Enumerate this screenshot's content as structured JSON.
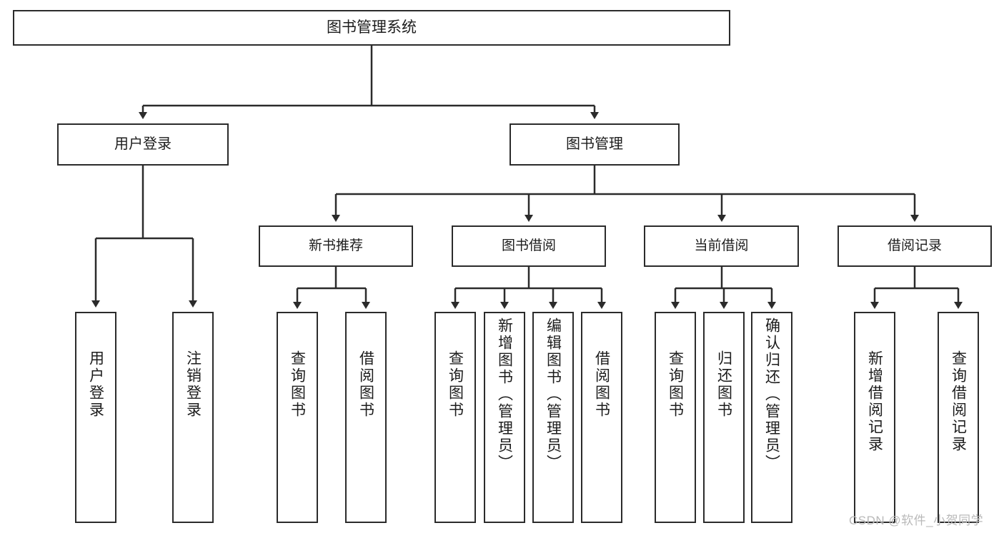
{
  "diagram": {
    "type": "tree-hierarchy-chart",
    "title": "图书管理系统",
    "style": {
      "box_border_color": "#2b2b2b",
      "box_fill_color": "#ffffff",
      "connector_color": "#2b2b2b",
      "text_color": "#1c1c1c",
      "background_color": "#ffffff",
      "watermark_color": "#b9b9b9"
    },
    "root": {
      "label": "图书管理系统"
    },
    "level1": [
      {
        "label": "用户登录"
      },
      {
        "label": "图书管理"
      }
    ],
    "level2": [
      {
        "label": "新书推荐"
      },
      {
        "label": "图书借阅"
      },
      {
        "label": "当前借阅"
      },
      {
        "label": "借阅记录"
      }
    ],
    "leaves": {
      "user_login": [
        {
          "label": "用户登录"
        },
        {
          "label": "注销登录"
        }
      ],
      "new_book_recommend": [
        {
          "label": "查询图书"
        },
        {
          "label": "借阅图书"
        }
      ],
      "book_borrow": [
        {
          "label": "查询图书"
        },
        {
          "label": "新增图书（管理员）"
        },
        {
          "label": "编辑图书（管理员）"
        },
        {
          "label": "借阅图书"
        }
      ],
      "current_borrow": [
        {
          "label": "查询图书"
        },
        {
          "label": "归还图书"
        },
        {
          "label": "确认归还（管理员）"
        }
      ],
      "borrow_record": [
        {
          "label": "新增借阅记录"
        },
        {
          "label": "查询借阅记录"
        }
      ]
    },
    "watermark": "CSDN @软件_小贺同学"
  }
}
